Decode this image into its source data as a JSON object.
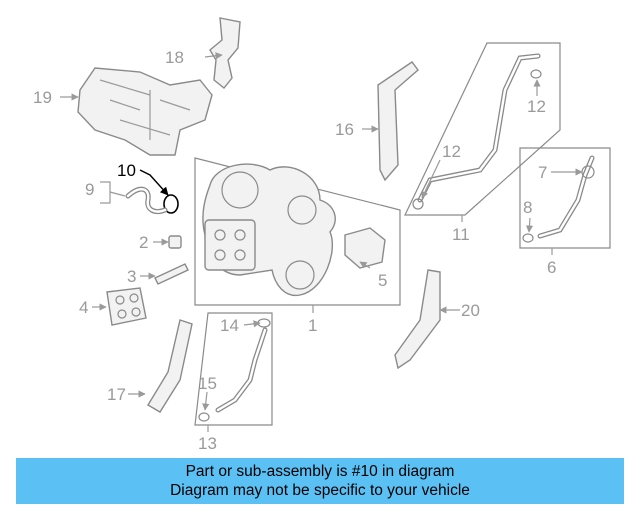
{
  "labels": {
    "l1": "1",
    "l2": "2",
    "l3": "3",
    "l4": "4",
    "l5": "5",
    "l6": "6",
    "l7": "7",
    "l8": "8",
    "l9": "9",
    "l10": "10",
    "l11": "11",
    "l12a": "12",
    "l12b": "12",
    "l13": "13",
    "l14": "14",
    "l15": "15",
    "l16": "16",
    "l17": "17",
    "l18": "18",
    "l19": "19",
    "l20": "20"
  },
  "highlight_part": "10",
  "colors": {
    "banner": "#5bc0f4",
    "highlight": "#000000",
    "line_art": "#8a8a8a"
  },
  "banner": {
    "line1": "Part or sub-assembly is #10 in diagram",
    "line2": "Diagram may not be specific to your vehicle"
  }
}
